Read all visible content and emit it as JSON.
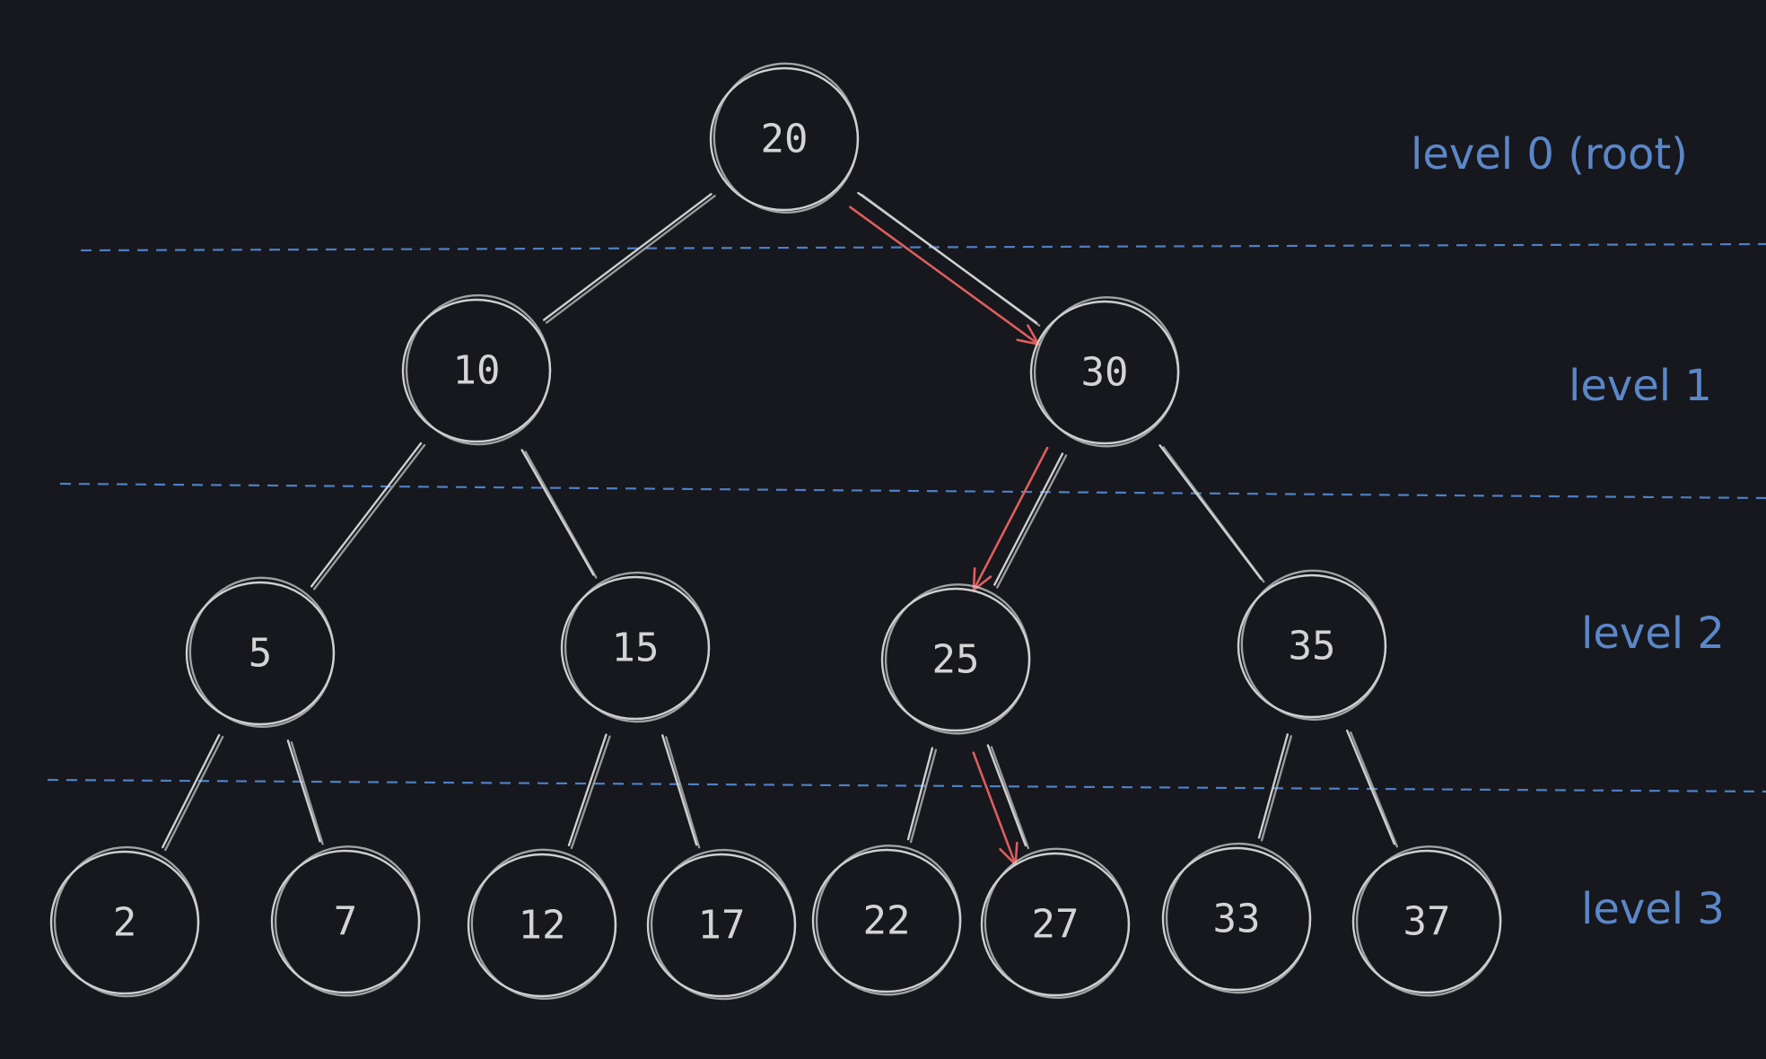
{
  "diagram": {
    "nodes": [
      {
        "id": "n20",
        "label": "20"
      },
      {
        "id": "n10",
        "label": "10"
      },
      {
        "id": "n30",
        "label": "30"
      },
      {
        "id": "n5",
        "label": "5"
      },
      {
        "id": "n15",
        "label": "15"
      },
      {
        "id": "n25",
        "label": "25"
      },
      {
        "id": "n35",
        "label": "35"
      },
      {
        "id": "n2",
        "label": "2"
      },
      {
        "id": "n7",
        "label": "7"
      },
      {
        "id": "n12",
        "label": "12"
      },
      {
        "id": "n17",
        "label": "17"
      },
      {
        "id": "n22",
        "label": "22"
      },
      {
        "id": "n27",
        "label": "27"
      },
      {
        "id": "n33",
        "label": "33"
      },
      {
        "id": "n37",
        "label": "37"
      }
    ],
    "edges": [
      [
        "n20",
        "n10"
      ],
      [
        "n20",
        "n30"
      ],
      [
        "n10",
        "n5"
      ],
      [
        "n10",
        "n15"
      ],
      [
        "n30",
        "n25"
      ],
      [
        "n30",
        "n35"
      ],
      [
        "n5",
        "n2"
      ],
      [
        "n5",
        "n7"
      ],
      [
        "n15",
        "n12"
      ],
      [
        "n15",
        "n17"
      ],
      [
        "n25",
        "n22"
      ],
      [
        "n25",
        "n27"
      ],
      [
        "n35",
        "n33"
      ],
      [
        "n35",
        "n37"
      ]
    ],
    "highlighted_path": [
      "n20",
      "n30",
      "n25",
      "n27"
    ],
    "level_labels": [
      "level 0 (root)",
      "level 1",
      "level 2",
      "level 3"
    ],
    "colors": {
      "background": "#16181d",
      "node_stroke": "#cfcfcf",
      "node_text": "#d4d4d4",
      "level_text": "#5b87c9",
      "divider": "#4f7fc6",
      "path_arrow": "#e05d5d"
    }
  }
}
